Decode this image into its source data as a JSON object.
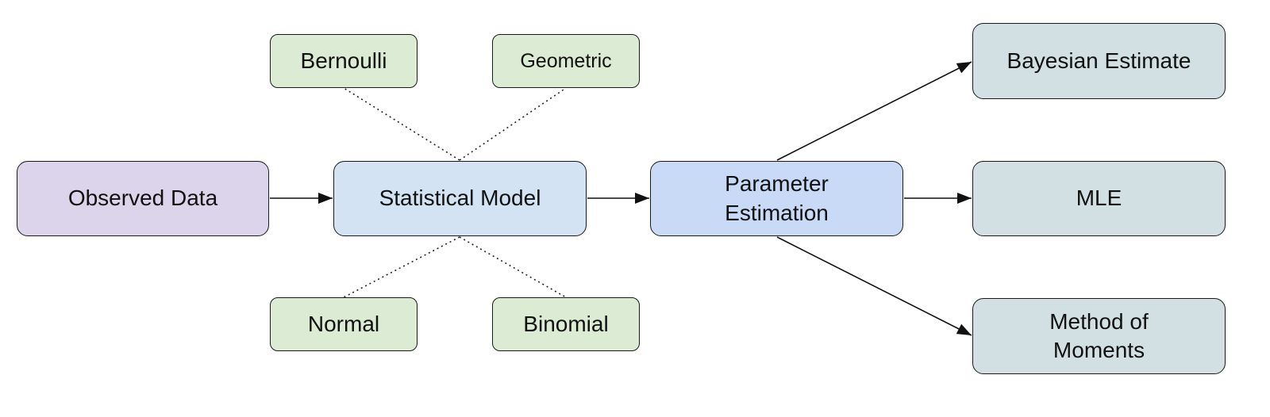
{
  "diagram": {
    "nodes": {
      "observed_data": "Observed Data",
      "statistical_model": "Statistical Model",
      "parameter_estimation": "Parameter\nEstimation",
      "bayesian_estimate": "Bayesian Estimate",
      "mle": "MLE",
      "method_of_moments": "Method of\nMoments",
      "bernoulli": "Bernoulli",
      "geometric": "Geometric",
      "normal": "Normal",
      "binomial": "Binomial"
    },
    "edges": [
      {
        "from": "observed_data",
        "to": "statistical_model",
        "style": "solid-arrow"
      },
      {
        "from": "statistical_model",
        "to": "parameter_estimation",
        "style": "solid-arrow"
      },
      {
        "from": "parameter_estimation",
        "to": "bayesian_estimate",
        "style": "solid-arrow"
      },
      {
        "from": "parameter_estimation",
        "to": "mle",
        "style": "solid-arrow"
      },
      {
        "from": "parameter_estimation",
        "to": "method_of_moments",
        "style": "solid-arrow"
      },
      {
        "from": "statistical_model",
        "to": "bernoulli",
        "style": "dotted"
      },
      {
        "from": "statistical_model",
        "to": "geometric",
        "style": "dotted"
      },
      {
        "from": "statistical_model",
        "to": "normal",
        "style": "dotted"
      },
      {
        "from": "statistical_model",
        "to": "binomial",
        "style": "dotted"
      }
    ],
    "colors": {
      "observed_data": "#dbd4ea",
      "statistical_model": "#d3e3f3",
      "parameter_estimation": "#c9daf7",
      "distributions": "#dcebd4",
      "estimators": "#d2e0e3",
      "stroke": "#1a1a1a"
    }
  }
}
